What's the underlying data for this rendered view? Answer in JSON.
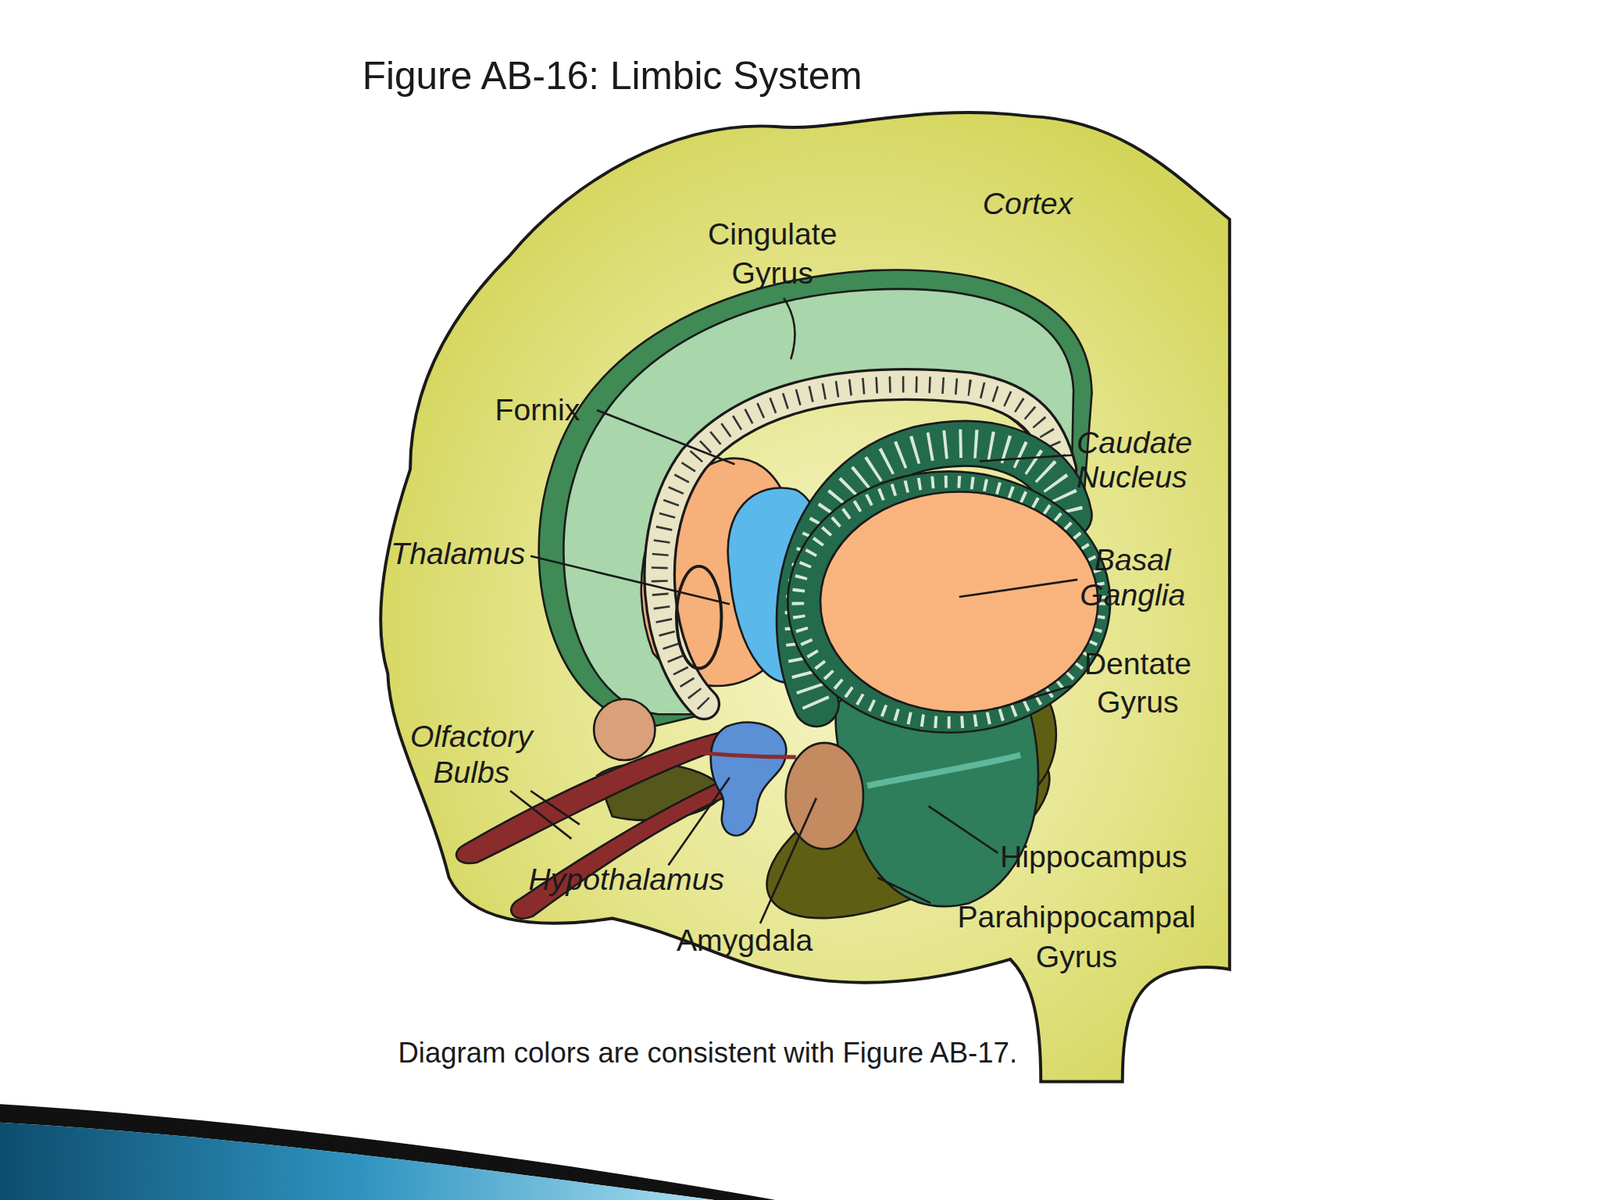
{
  "diagram": {
    "title": "Figure AB-16: Limbic System",
    "caption": "Diagram colors are consistent with Figure AB-17.",
    "labels": [
      "Cortex",
      "Cingulate Gyrus",
      "Fornix",
      "Caudate Nucleus",
      "Thalamus",
      "Basal Ganglia",
      "Dentate Gyrus",
      "Olfactory Bulbs",
      "Hippocampus",
      "Hypothalamus",
      "Amygdala",
      "Parahippocampal Gyrus"
    ]
  }
}
